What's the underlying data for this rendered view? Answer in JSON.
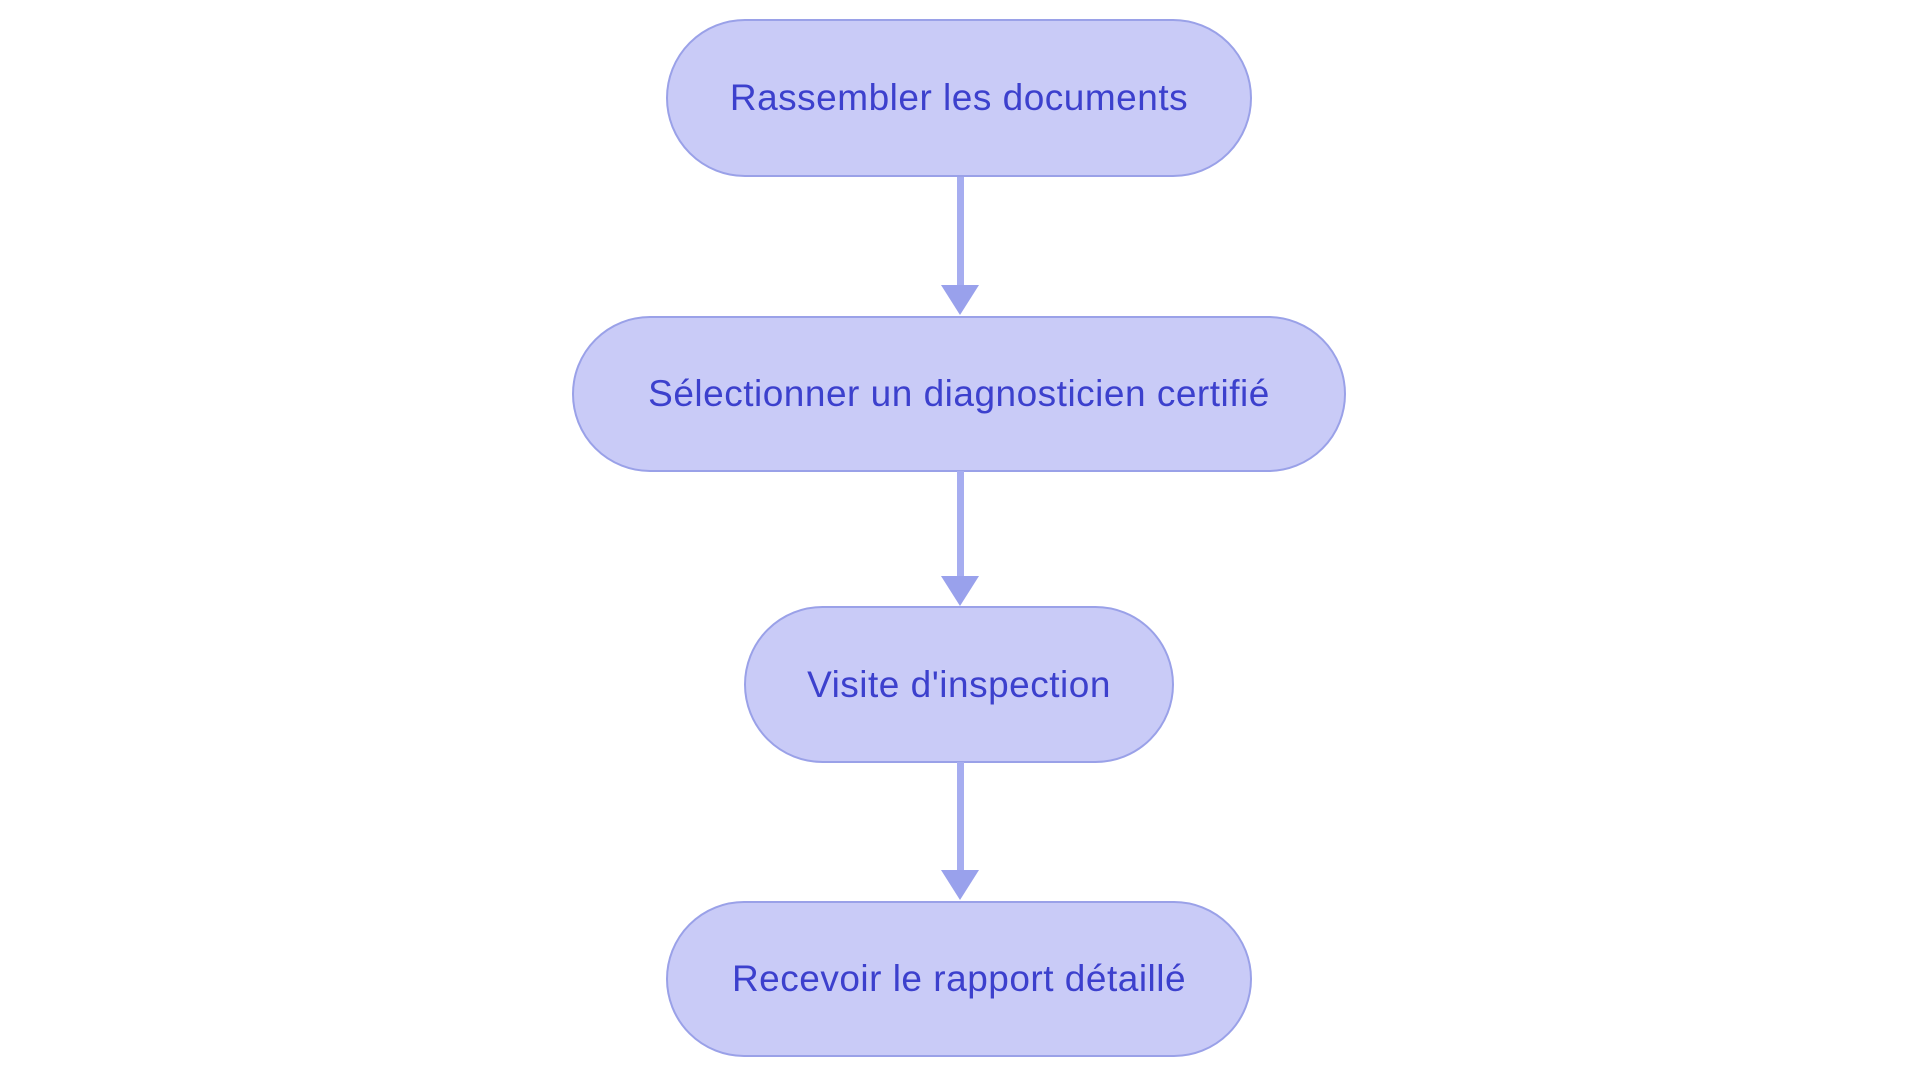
{
  "diagram": {
    "type": "flowchart",
    "direction": "top-down",
    "nodes": [
      {
        "id": "step-1",
        "label": "Rassembler les documents"
      },
      {
        "id": "step-2",
        "label": "Sélectionner un diagnosticien certifié"
      },
      {
        "id": "step-3",
        "label": "Visite d'inspection"
      },
      {
        "id": "step-4",
        "label": "Recevoir le rapport détaillé"
      }
    ],
    "edges": [
      {
        "from": "step-1",
        "to": "step-2"
      },
      {
        "from": "step-2",
        "to": "step-3"
      },
      {
        "from": "step-3",
        "to": "step-4"
      }
    ]
  },
  "colors": {
    "background": "#ffffff",
    "node_fill": "#c9cbf7",
    "node_border": "#9aa1e8",
    "node_text": "#3c40cd",
    "arrow_stem": "#a6adf0",
    "arrow_head": "#99a1ec"
  }
}
